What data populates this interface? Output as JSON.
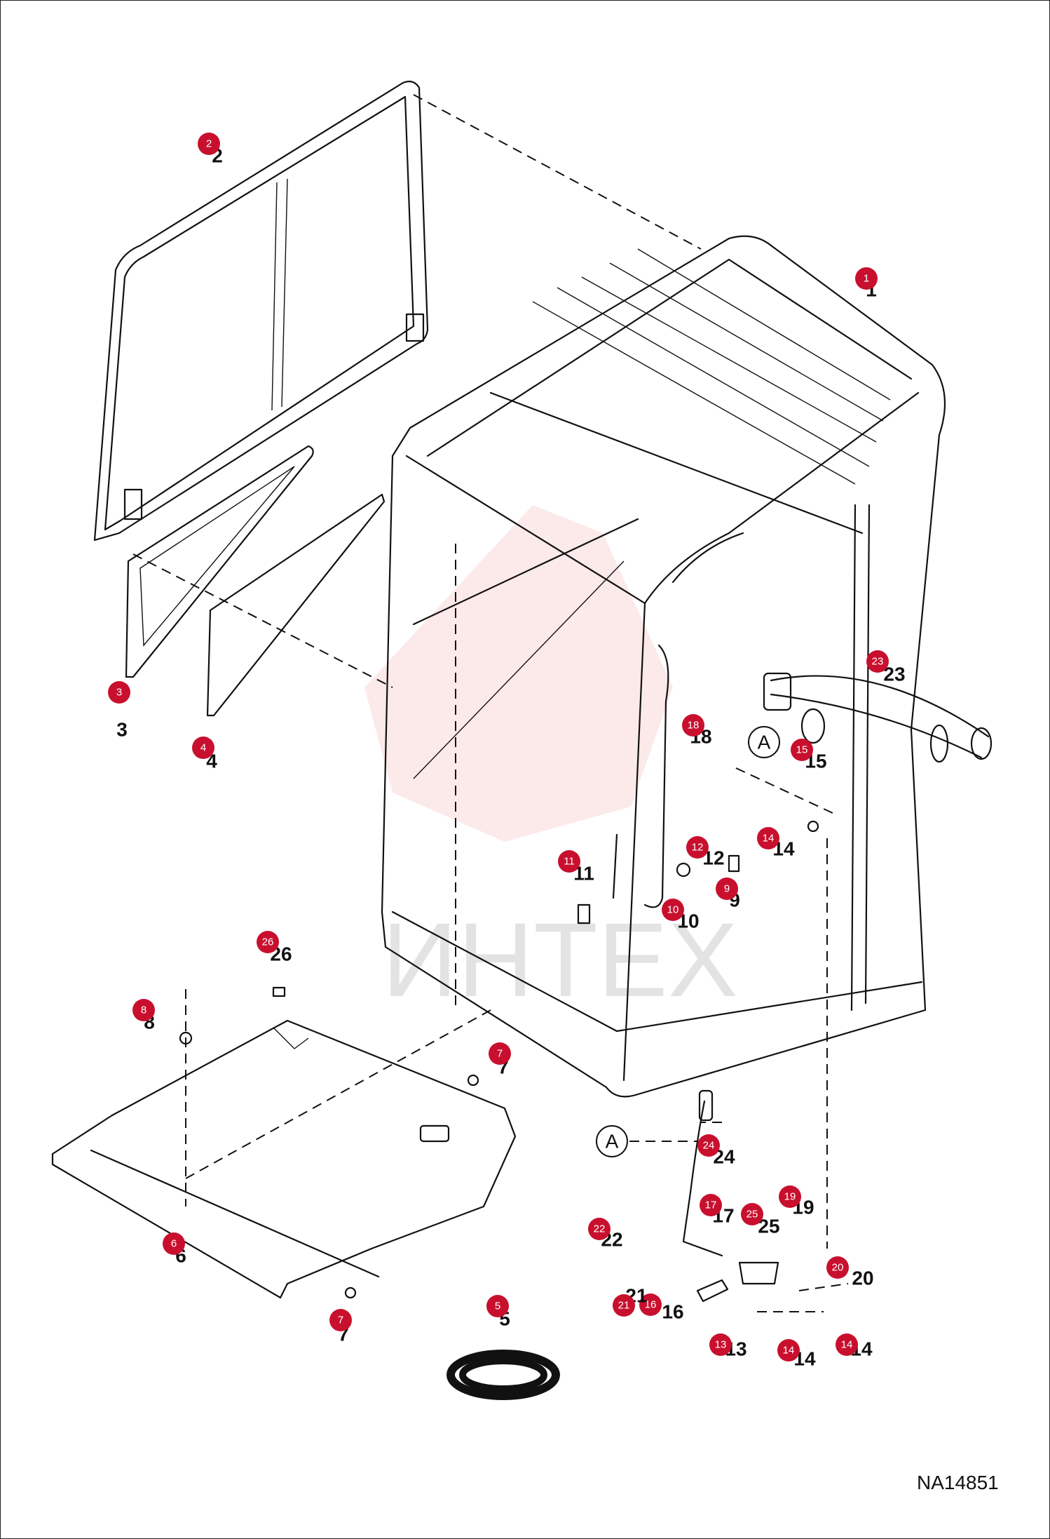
{
  "drawing_code": "NA14851",
  "watermark": "ИНТЕХ",
  "reference_label": "A",
  "callouts": [
    {
      "n": "1"
    },
    {
      "n": "2"
    },
    {
      "n": "3"
    },
    {
      "n": "4"
    },
    {
      "n": "5"
    },
    {
      "n": "6"
    },
    {
      "n": "7"
    },
    {
      "n": "7"
    },
    {
      "n": "8"
    },
    {
      "n": "9"
    },
    {
      "n": "10"
    },
    {
      "n": "11"
    },
    {
      "n": "12"
    },
    {
      "n": "13"
    },
    {
      "n": "14"
    },
    {
      "n": "14"
    },
    {
      "n": "14"
    },
    {
      "n": "15"
    },
    {
      "n": "16"
    },
    {
      "n": "17"
    },
    {
      "n": "18"
    },
    {
      "n": "19"
    },
    {
      "n": "20"
    },
    {
      "n": "21"
    },
    {
      "n": "22"
    },
    {
      "n": "23"
    },
    {
      "n": "24"
    },
    {
      "n": "25"
    },
    {
      "n": "26"
    }
  ]
}
